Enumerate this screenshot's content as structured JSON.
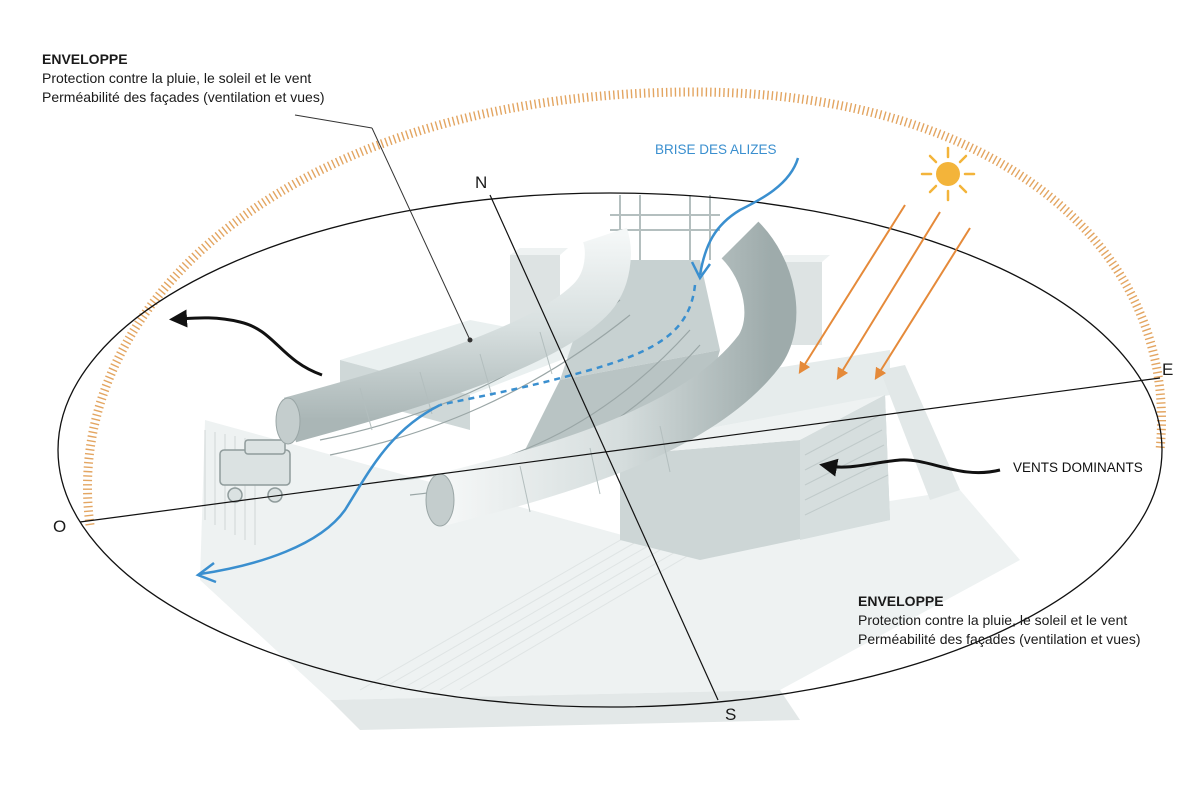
{
  "notes": {
    "top": {
      "title": "ENVELOPPE",
      "line1": "Protection contre la pluie, le soleil et le vent",
      "line2": "Perméabilité des façades (ventilation et vues)"
    },
    "bottom": {
      "title": "ENVELOPPE",
      "line1": "Protection contre la pluie, le soleil et le vent",
      "line2": "Perméabilité des façades (ventilation et vues)"
    }
  },
  "cardinals": {
    "north": "N",
    "east": "E",
    "south": "S",
    "west": "O"
  },
  "arrows": {
    "alizes": {
      "label": "BRISE DES ALIZES",
      "color": "#3a8fcf"
    },
    "vents": {
      "label": "VENTS DOMINANTS",
      "color": "#111111"
    }
  },
  "sun": {
    "icon": "sun-icon",
    "color": "#f3b43a",
    "ray_color": "#e58a3a",
    "path_color": "#e3a561"
  },
  "building": {
    "icon": "building-render"
  }
}
